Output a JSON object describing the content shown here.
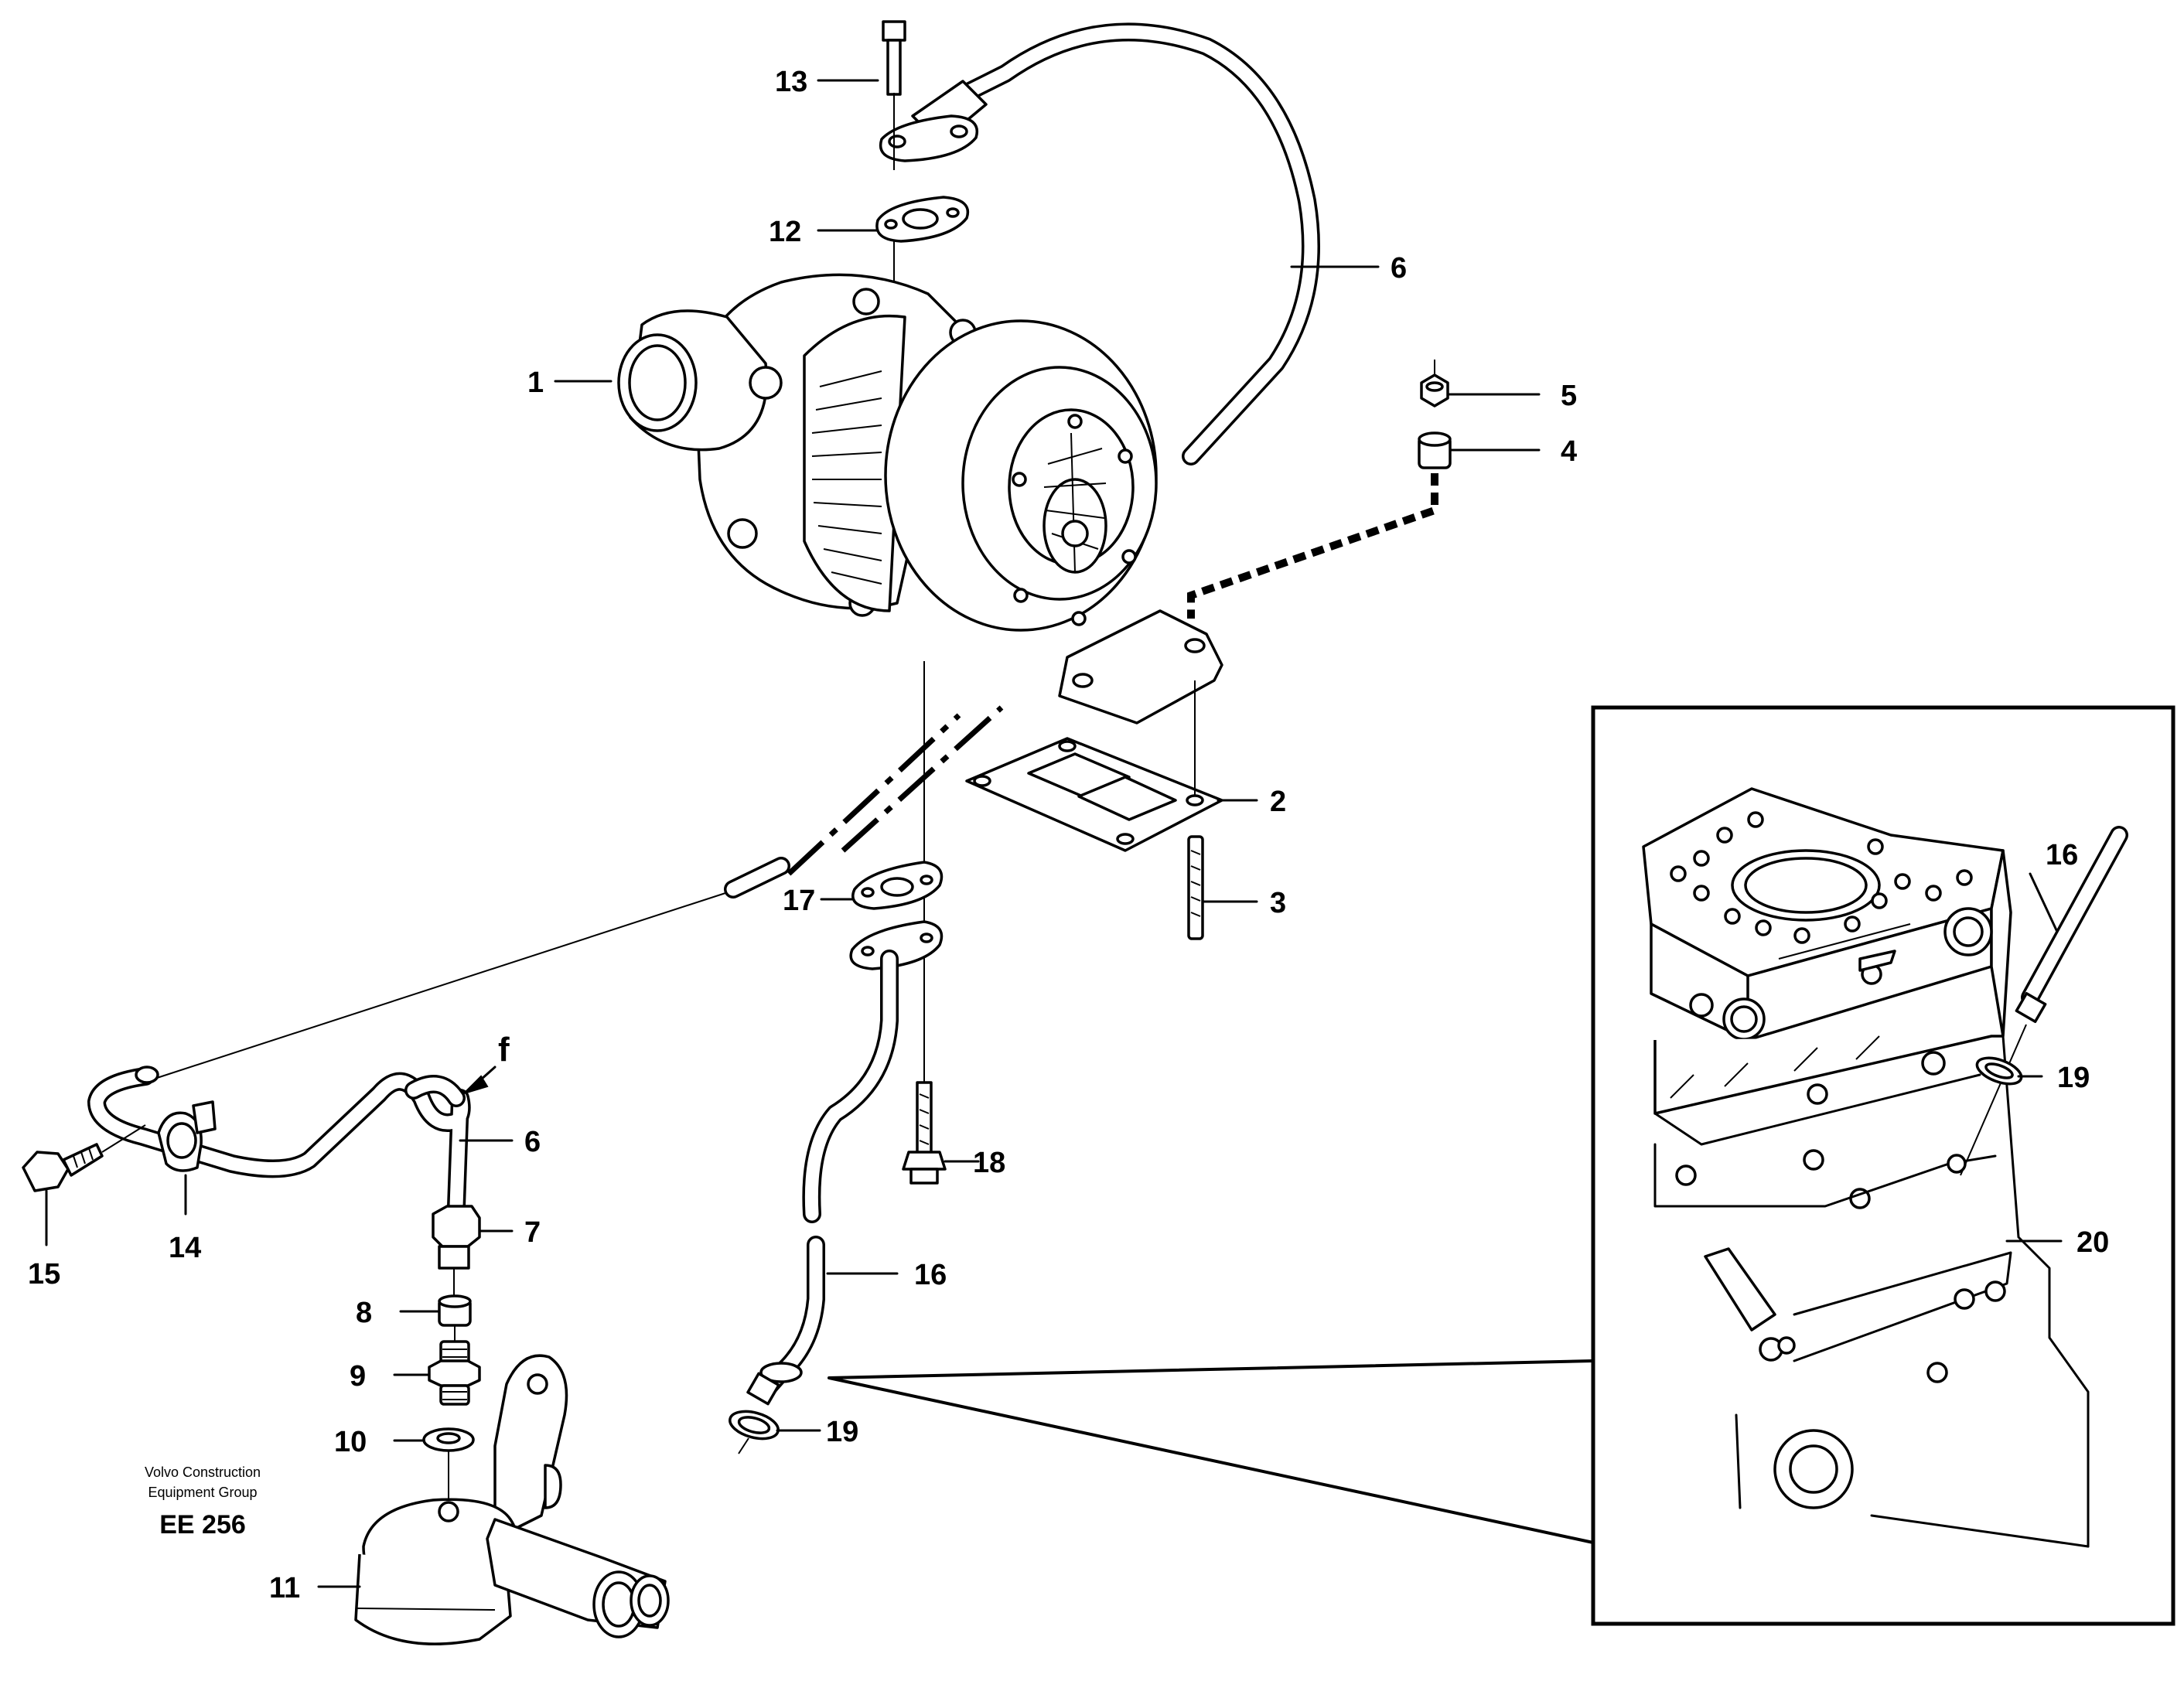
{
  "callouts": {
    "c1": "1",
    "c2": "2",
    "c3": "3",
    "c4": "4",
    "c5": "5",
    "c6a": "6",
    "c6b": "6",
    "c7": "7",
    "c8": "8",
    "c9": "9",
    "c10": "10",
    "c11": "11",
    "c12": "12",
    "c13": "13",
    "c14": "14",
    "c15": "15",
    "c16a": "16",
    "c16b": "16",
    "c17": "17",
    "c18": "18",
    "c19a": "19",
    "c19b": "19",
    "c20": "20",
    "cf": "f"
  },
  "credit": {
    "line1": "Volvo Construction",
    "line2": "Equipment Group",
    "code": "EE 256"
  }
}
